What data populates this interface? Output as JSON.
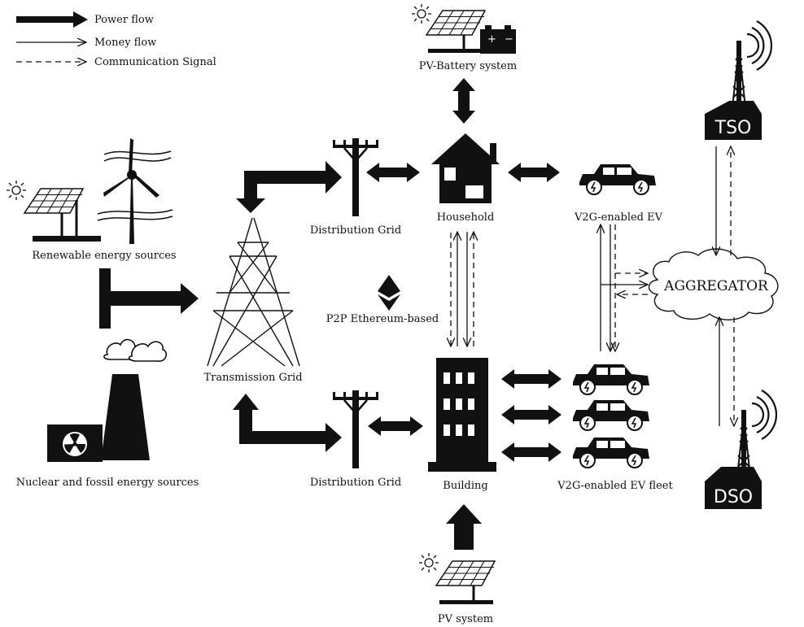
{
  "legend": {
    "power": "Power flow",
    "money": "Money flow",
    "comm": "Communication Signal"
  },
  "labels": {
    "renewable": "Renewable energy sources",
    "nuclear": "Nuclear and fossil energy sources",
    "transmission": "Transmission Grid",
    "distribution_top": "Distribution Grid",
    "distribution_bottom": "Distribution Grid",
    "household": "Household",
    "building": "Building",
    "pv_battery": "PV-Battery system",
    "pv_system": "PV system",
    "v2g_ev": "V2G-enabled EV",
    "v2g_fleet": "V2G-enabled EV fleet",
    "p2p": "P2P Ethereum-based",
    "aggregator": "AGGREGATOR",
    "tso": "TSO",
    "dso": "DSO",
    "battery_plus": "+",
    "battery_minus": "−"
  },
  "colors": {
    "ink": "#111111",
    "paper": "#ffffff"
  }
}
